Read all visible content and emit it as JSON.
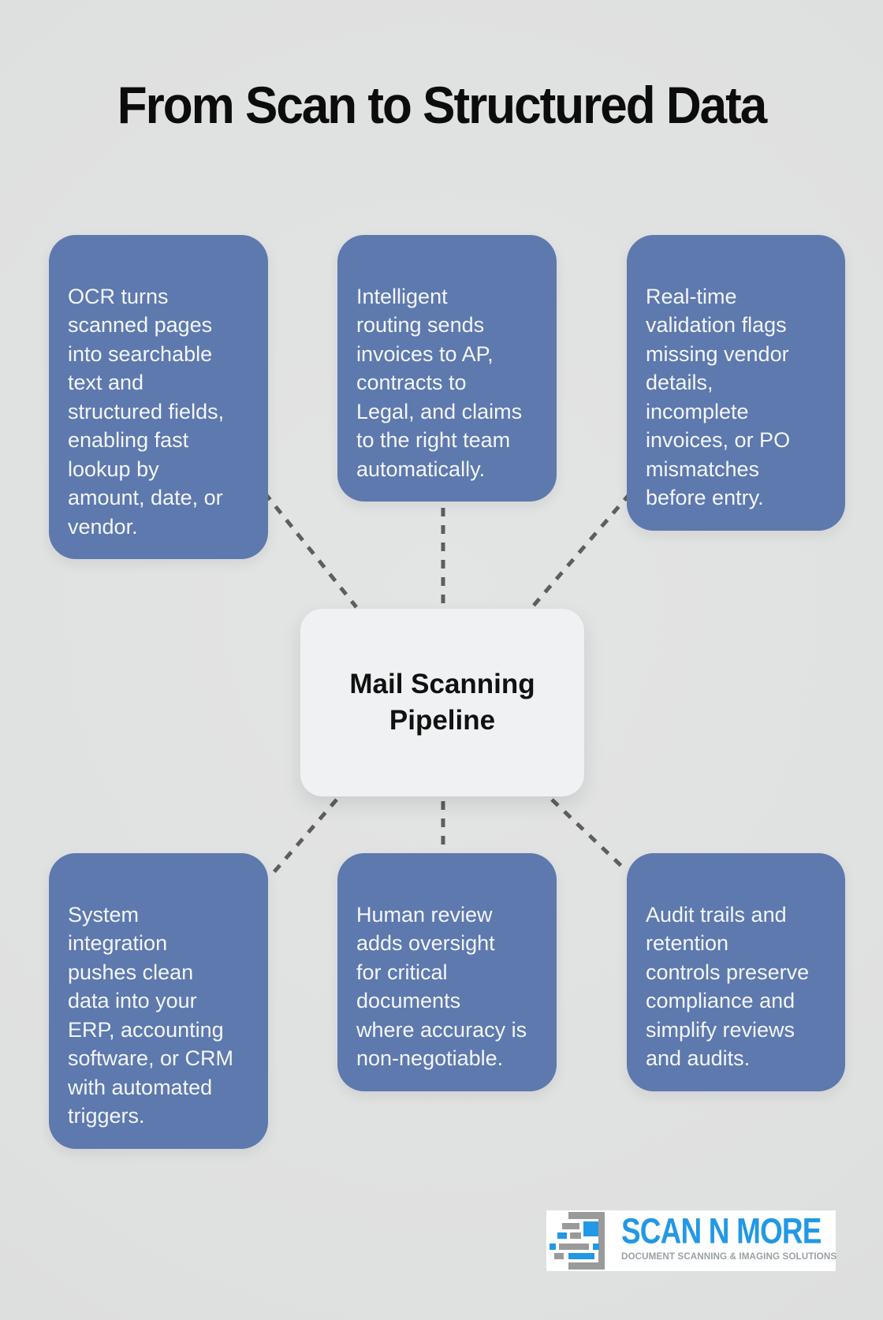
{
  "header": {
    "title": "From Scan to Structured Data"
  },
  "center": {
    "label": "Mail Scanning Pipeline"
  },
  "nodes": [
    {
      "id": "ocr",
      "text": "OCR turns\nscanned pages\ninto searchable\ntext and\nstructured fields,\nenabling fast\nlookup by\namount, date, or\nvendor."
    },
    {
      "id": "routing",
      "text": "Intelligent\nrouting sends\ninvoices to AP,\ncontracts to\nLegal, and claims\nto the right team\nautomatically."
    },
    {
      "id": "validation",
      "text": "Real-time\nvalidation flags\nmissing vendor\ndetails,\nincomplete\ninvoices, or PO\nmismatches\nbefore entry."
    },
    {
      "id": "integration",
      "text": "System\nintegration\npushes clean\ndata into your\nERP, accounting\nsoftware, or CRM\nwith automated\ntriggers."
    },
    {
      "id": "human-review",
      "text": "Human review\nadds oversight\nfor critical\ndocuments\nwhere accuracy is\nnon-negotiable."
    },
    {
      "id": "audit",
      "text": "Audit trails and\nretention\ncontrols preserve\ncompliance and\nsimplify reviews\nand audits."
    }
  ],
  "logo": {
    "name": "SCAN N MORE",
    "tagline": "DOCUMENT SCANNING & IMAGING SOLUTIONS"
  },
  "colors": {
    "background": "#dfe0e0",
    "node_fill": "#5d79ae",
    "node_text": "#f4f6f9",
    "center_fill": "#f0f1f2",
    "center_text": "#111111",
    "connector": "#5e5e5e",
    "title_text": "#0c0c0c",
    "logo_blue": "#2398e4",
    "logo_gray": "#9a9a9a"
  }
}
